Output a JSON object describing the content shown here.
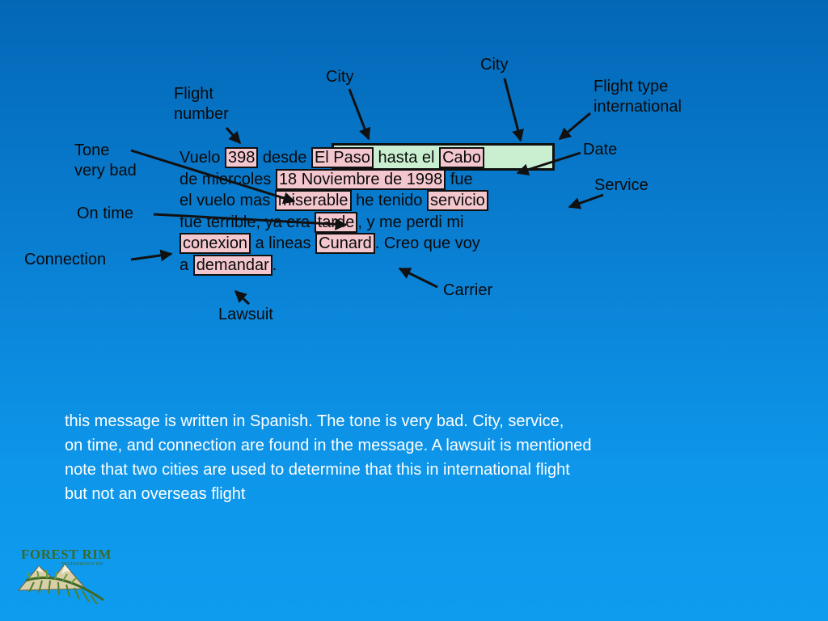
{
  "labels": {
    "flight_number": "Flight\nnumber",
    "city_1": "City",
    "city_2": "City",
    "flight_type": "Flight type\ninternational",
    "tone": "Tone\nvery bad",
    "date": "Date",
    "service": "Service",
    "on_time": "On time",
    "connection": "Connection",
    "carrier": "Carrier",
    "lawsuit": "Lawsuit"
  },
  "message": {
    "l1_a": "Vuelo ",
    "l1_flight": "398",
    "l1_b": " desde ",
    "l1_city1": "El Paso",
    "l1_c": " hasta el ",
    "l1_city2": "Cabo",
    "l2_a": "de miercoles ",
    "l2_date": "18 Noviembre de 1998",
    "l2_b": " fue",
    "l3_a": "el vuelo mas ",
    "l3_tone": "miserable",
    "l3_b": " he tenido ",
    "l3_service": "servicio",
    "l4_a": "fue terrible, ya era ",
    "l4_late": "tarde",
    "l4_b": ", y me perdi mi",
    "l5_connection": "conexion",
    "l5_a": " a lineas ",
    "l5_carrier": "Cunard",
    "l5_b": ". Creo que voy",
    "l6_a": "a ",
    "l6_lawsuit": "demandar",
    "l6_b": "."
  },
  "summary": {
    "line1": "this message is written in Spanish. The tone is very bad. City, service,",
    "line2": "on time, and connection are found in the message. A lawsuit is mentioned",
    "line3": "note that two cities are used to determine that this in international flight",
    "line4": "but not an overseas flight"
  },
  "logo": {
    "title": "FOREST RIM",
    "subtitle": "TECHNOLOGY INC"
  },
  "colors": {
    "highlight_pink": "#f4c7cf",
    "highlight_green": "#c9efd0",
    "summary_text": "#ffffff"
  }
}
